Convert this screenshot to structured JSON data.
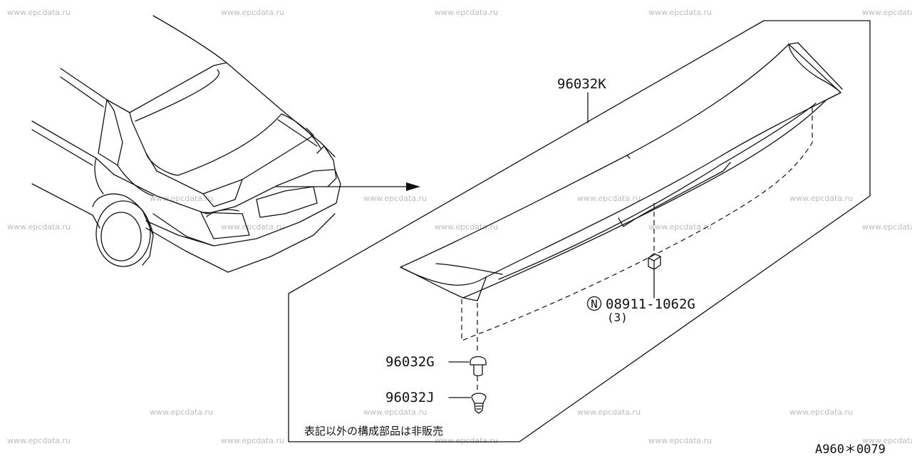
{
  "watermark": "www.epcdata.ru",
  "parts": {
    "spoiler": "96032K",
    "nut": "08911-1062G",
    "nut_qty": "(3)",
    "nut_prefix": "N",
    "bolt": "96032G",
    "grommet": "96032J"
  },
  "note": "表記以外の構成部品は非販売",
  "diagram_code": "A960＊0079"
}
